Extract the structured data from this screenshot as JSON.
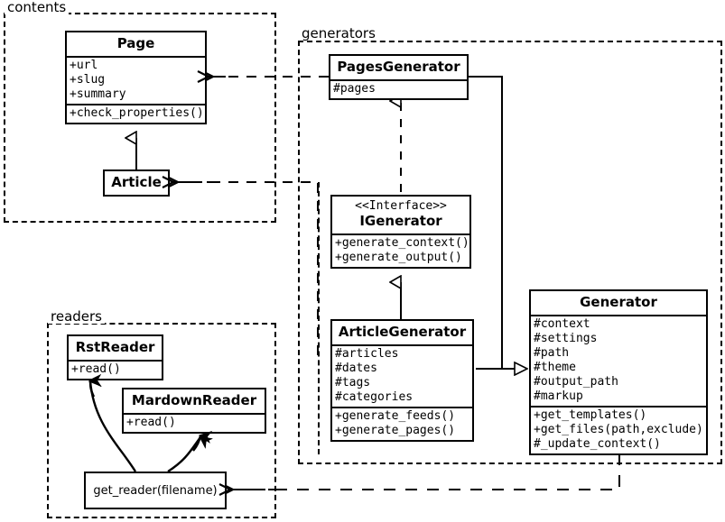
{
  "diagram": {
    "title": "UML class diagram",
    "stroke_color": "#000000",
    "background_color": "#ffffff"
  },
  "packages": [
    {
      "id": "contents",
      "label": "contents"
    },
    {
      "id": "generators",
      "label": "generators"
    },
    {
      "id": "readers",
      "label": "readers"
    }
  ],
  "classes": {
    "page": {
      "name": "Page",
      "attributes": [
        "+url",
        "+slug",
        "+summary"
      ],
      "operations": [
        "+check_properties()"
      ]
    },
    "article": {
      "name": "Article",
      "attributes": [],
      "operations": []
    },
    "pages_generator": {
      "name": "PagesGenerator",
      "attributes": [
        "#pages"
      ],
      "operations": []
    },
    "igenerator": {
      "stereotype": "<<Interface>>",
      "name": "IGenerator",
      "attributes": [],
      "operations": [
        "+generate_context()",
        "+generate_output()"
      ]
    },
    "article_generator": {
      "name": "ArticleGenerator",
      "attributes": [
        "#articles",
        "#dates",
        "#tags",
        "#categories"
      ],
      "operations": [
        "+generate_feeds()",
        "+generate_pages()"
      ]
    },
    "generator": {
      "name": "Generator",
      "attributes": [
        "#context",
        "#settings",
        "#path",
        "#theme",
        "#output_path",
        "#markup"
      ],
      "operations": [
        "+get_templates()",
        "+get_files(path,exclude)",
        "#_update_context()"
      ]
    },
    "rst_reader": {
      "name": "RstReader",
      "attributes": [],
      "operations": [
        "+read()"
      ]
    },
    "mardown_reader": {
      "name": "MardownReader",
      "attributes": [],
      "operations": [
        "+read()"
      ]
    },
    "get_reader": {
      "name": "get_reader(filename)"
    }
  },
  "relationships": [
    {
      "id": "article-inherits-page",
      "type": "generalization",
      "from": "Article",
      "to": "Page"
    },
    {
      "id": "pagesgenerator-realizes-igenerator",
      "type": "realization",
      "from": "PagesGenerator",
      "to": "IGenerator"
    },
    {
      "id": "articlegenerator-realizes-igenerator",
      "type": "generalization",
      "from": "ArticleGenerator",
      "to": "IGenerator"
    },
    {
      "id": "pagesgenerator-inherits-generator",
      "type": "generalization",
      "from": "PagesGenerator",
      "to": "Generator"
    },
    {
      "id": "articlegenerator-inherits-generator",
      "type": "generalization",
      "from": "ArticleGenerator",
      "to": "Generator"
    },
    {
      "id": "pagesgenerator-uses-page",
      "type": "dependency",
      "from": "PagesGenerator",
      "to": "Page"
    },
    {
      "id": "articlegenerator-uses-article",
      "type": "dependency",
      "from": "ArticleGenerator",
      "to": "Article"
    },
    {
      "id": "generator-uses-get-reader",
      "type": "dependency",
      "from": "Generator",
      "to": "get_reader(filename)"
    },
    {
      "id": "getreader-creates-rstreader",
      "type": "creates",
      "from": "get_reader(filename)",
      "to": "RstReader"
    },
    {
      "id": "getreader-creates-mardownreader",
      "type": "creates",
      "from": "get_reader(filename)",
      "to": "MardownReader"
    }
  ]
}
